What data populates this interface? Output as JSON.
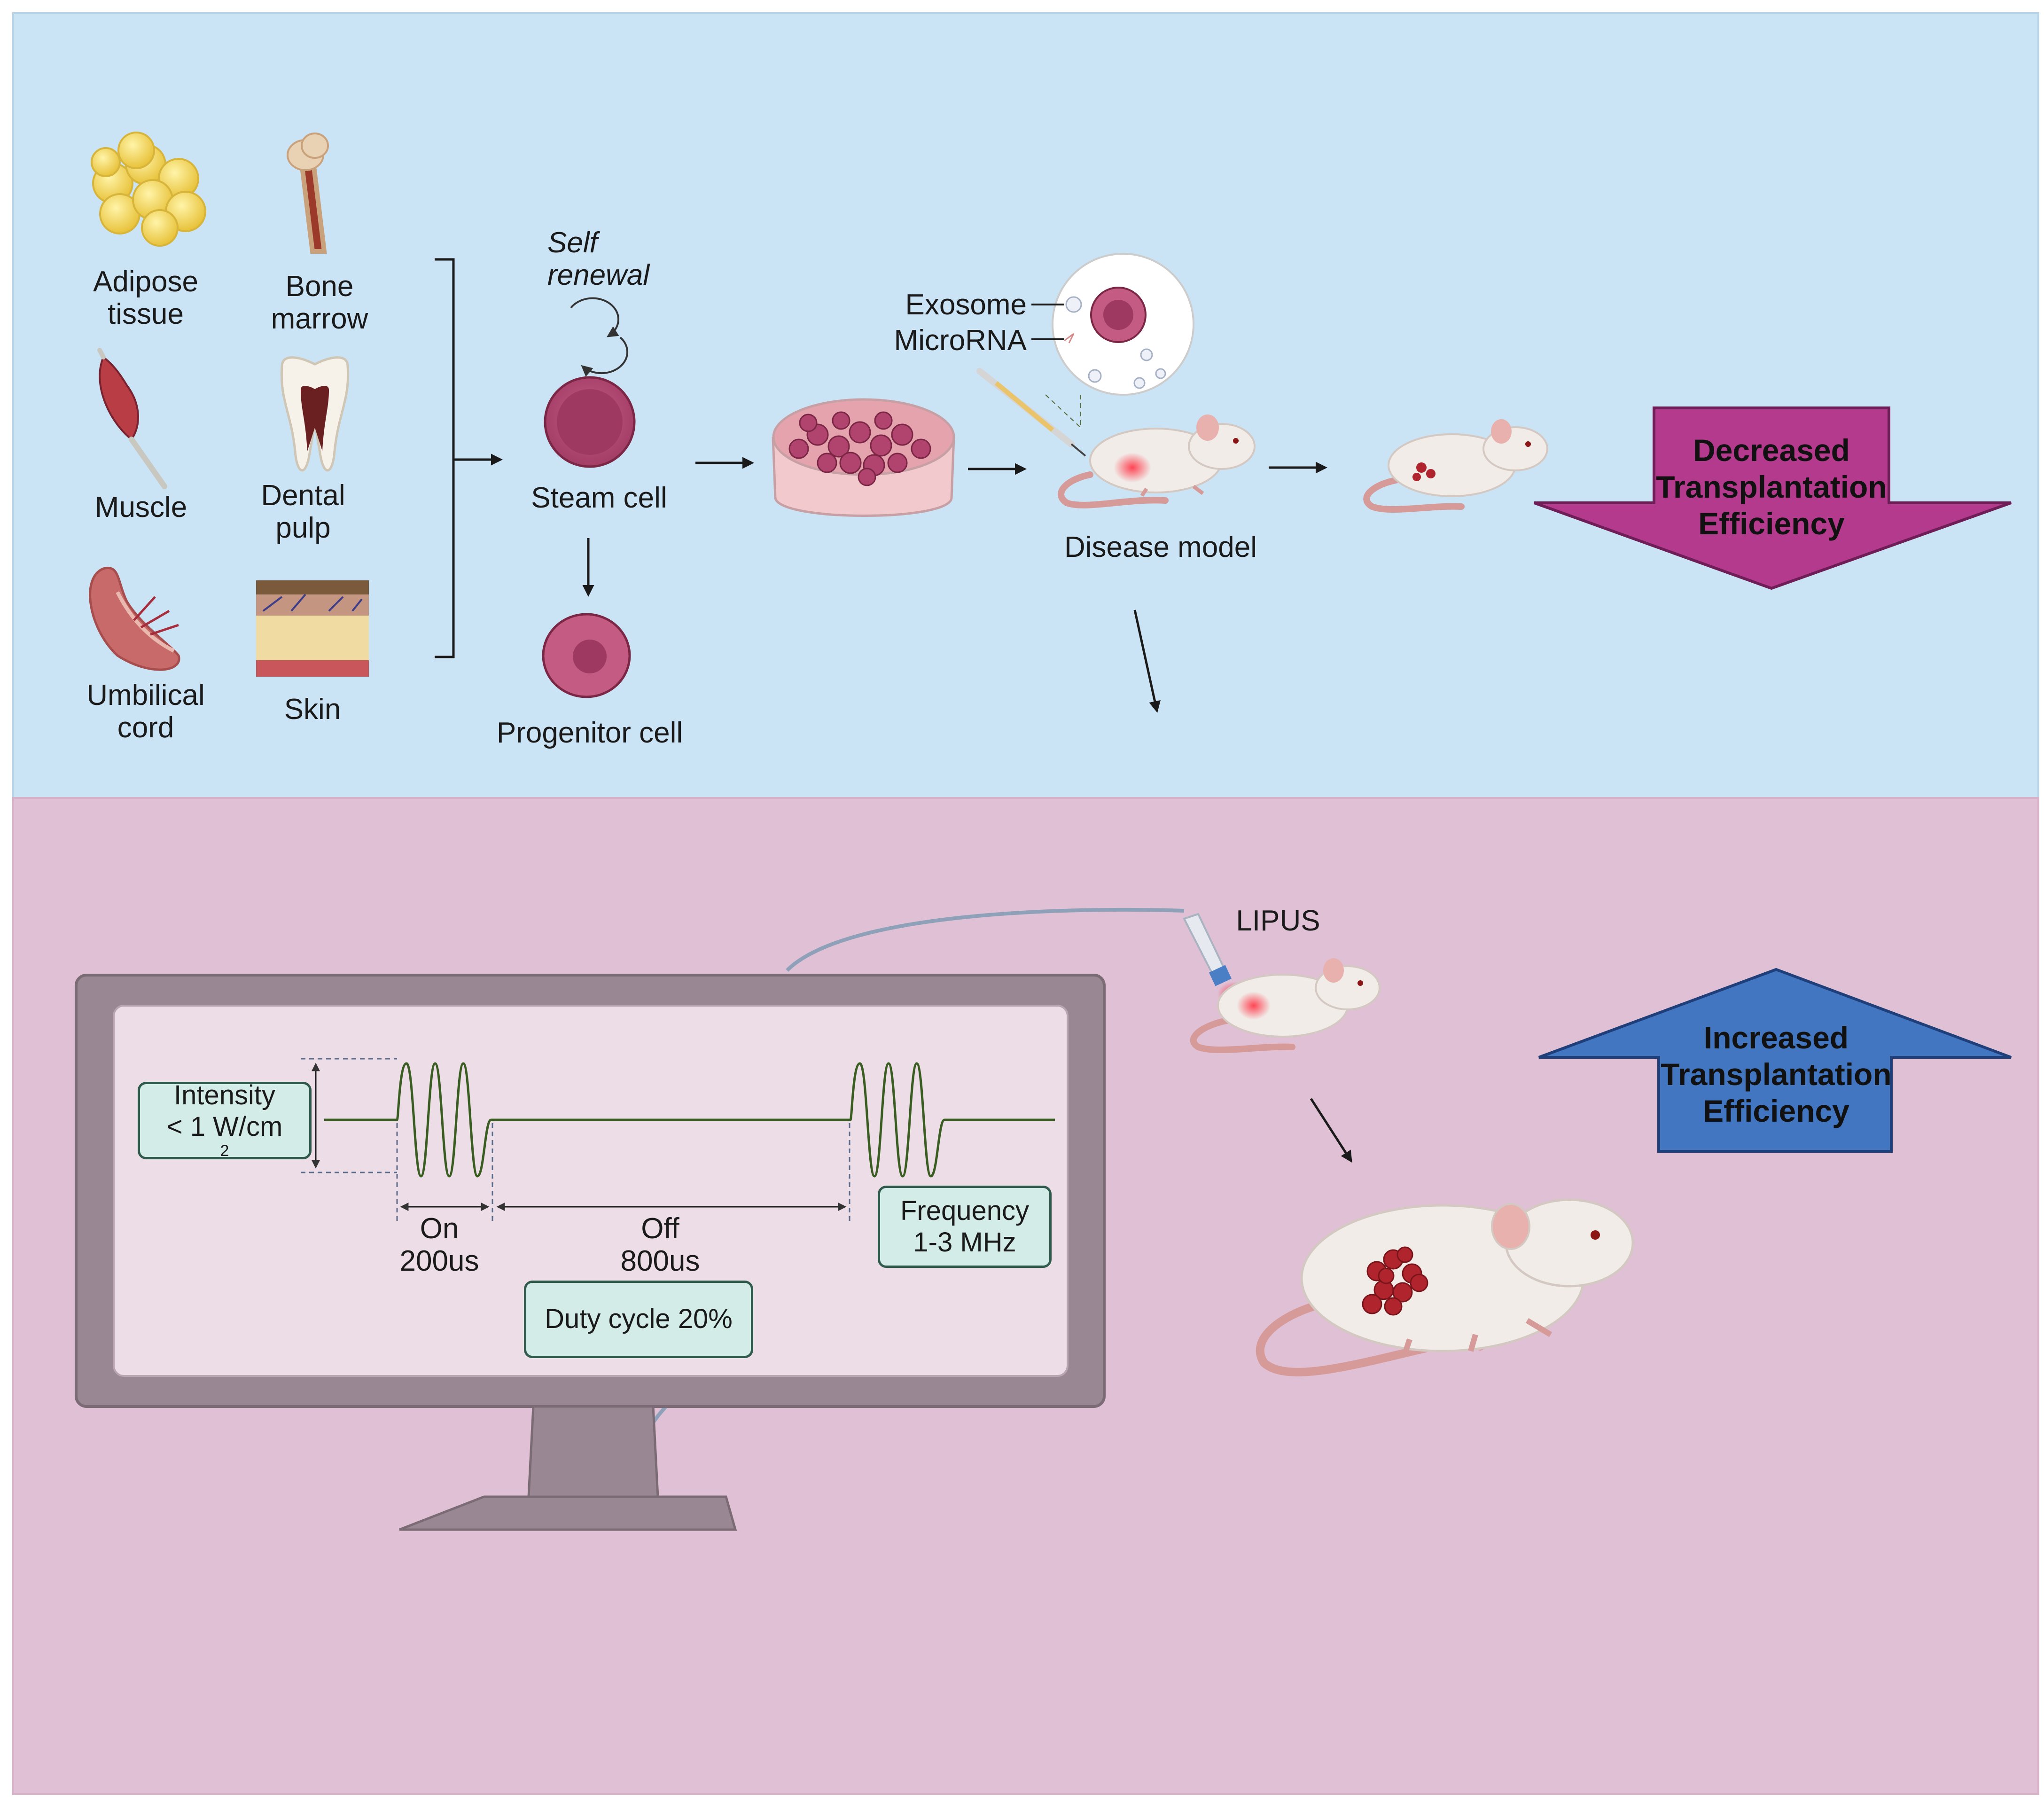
{
  "sources": {
    "adipose": [
      "Adipose",
      "tissue"
    ],
    "bone": [
      "Bone",
      "marrow"
    ],
    "muscle": [
      "Muscle"
    ],
    "dental": [
      "Dental",
      "pulp"
    ],
    "umbilical": [
      "Umbilical",
      "cord"
    ],
    "skin": [
      "Skin"
    ]
  },
  "cells": {
    "self_renewal": [
      "Self",
      "renewal"
    ],
    "steam": "Steam cell",
    "progenitor": "Progenitor cell"
  },
  "disease": {
    "exosome": "Exosome",
    "microrna": "MicroRNA",
    "label": "Disease model"
  },
  "decreased": [
    "Decreased",
    "Transplantation",
    "Efficiency"
  ],
  "increased": [
    "Increased",
    "Transplantation",
    "Efficiency"
  ],
  "lipus": "LIPUS",
  "params": {
    "intensity": [
      "Intensity",
      "< 1 W/cm",
      "2"
    ],
    "on": [
      "On",
      "200us"
    ],
    "off": [
      "Off",
      "800us"
    ],
    "duty": "Duty cycle 20%",
    "frequency": [
      "Frequency",
      "1-3 MHz"
    ]
  },
  "colors": {
    "top_panel": "#cbe4f5",
    "bottom_panel": "#e0c0d4",
    "decreased_arrow": "#b33a8c",
    "increased_arrow": "#4276c1",
    "param_box": "#d3ece7",
    "waveform": "#3a5e22",
    "monitor": "#998893",
    "screen": "#eddde6",
    "cell": "#b04a72"
  }
}
